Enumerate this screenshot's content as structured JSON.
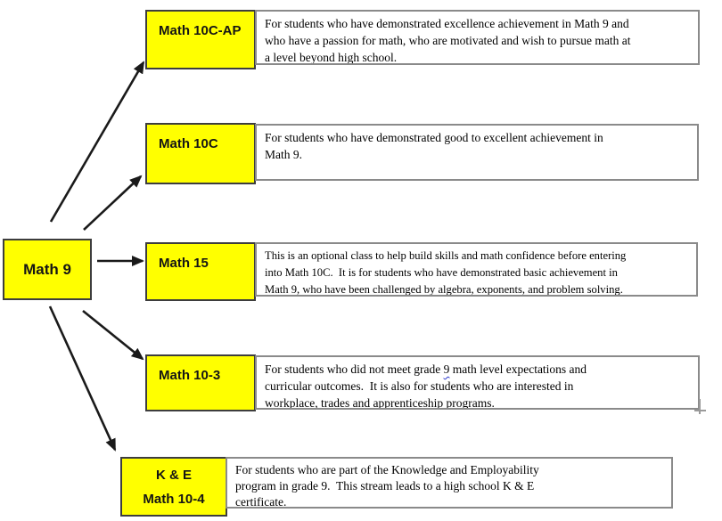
{
  "diagram": {
    "root": {
      "label": "Math 9"
    },
    "rows": [
      {
        "label": "Math 10C-AP",
        "description": "For students who have demonstrated excellence achievement in Math 9 and\nwho have a passion for math, who are motivated and wish to pursue math at\na level beyond high school."
      },
      {
        "label": "Math 10C",
        "description": "For students who have demonstrated good to excellent achievement in\nMath 9."
      },
      {
        "label": "Math 15",
        "description_pre": "This is an optional class to help build skills and math confidence before entering\ninto Math 10C.  It is for students who have demonstrated basic achievement in\nMath 9, who ",
        "description_flagged": "have been challenged",
        "description_post": " by algebra, exponents, and problem solving."
      },
      {
        "label": "Math 10-3",
        "description_pre": "For students who did not meet grade ",
        "description_flagged": "9",
        "description_post": " math level expectations and\ncurricular outcomes.  It is also for students who are interested in\nworkplace, trades and apprenticeship programs."
      },
      {
        "label_line1": "K & E",
        "label_line2": "Math 10-4",
        "description": "For students who are part of the Knowledge and Employability\nprogram in grade 9.  This stream leads to a high school K & E\ncertificate."
      }
    ]
  },
  "colors": {
    "node_fill": "#FFFF00",
    "node_border": "#3D3D3D",
    "desc_border": "#8A8A8A",
    "arrow": "#1A1A1A",
    "grammar_underline": "#2B37CC"
  }
}
